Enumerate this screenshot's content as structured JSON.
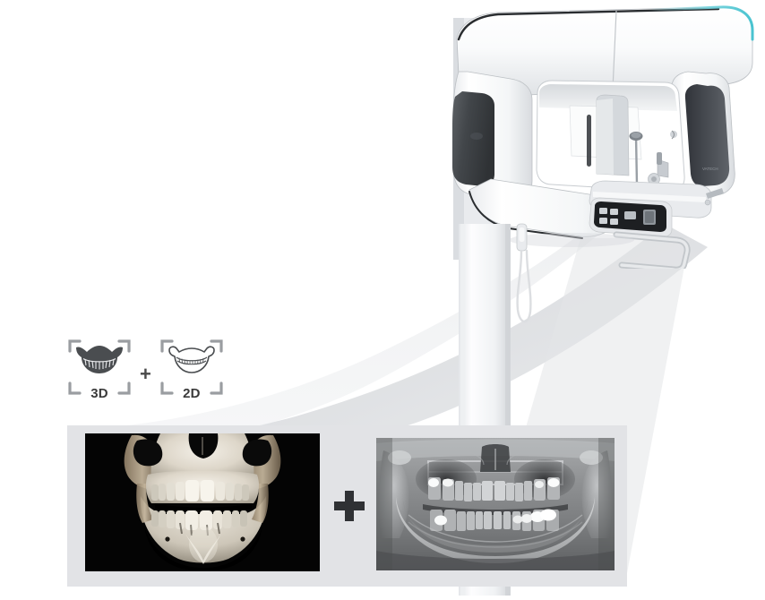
{
  "scene": {
    "title": "Dental CBCT and panoramic imaging system",
    "background_color": "#ffffff"
  },
  "modality": {
    "three_d": {
      "label": "3D",
      "icon": "jaw-3d-icon",
      "description": "filled jaw arch with teeth inside corner brackets"
    },
    "plus_separator": "+",
    "two_d": {
      "label": "2D",
      "icon": "jaw-2d-icon",
      "description": "outlined panoramic jaw arch inside corner brackets"
    }
  },
  "results": {
    "panel_color": "#e2e3e6",
    "ct_image": {
      "name": "cbct-volume-render",
      "alt": "3D CBCT volume rendering of skull maxilla and mandible on black background",
      "background": "#000000"
    },
    "combine_operator": "+",
    "panoramic_image": {
      "name": "panoramic-xray",
      "alt": "2D panoramic dental radiograph showing upper and lower dentition with bright metal restorations",
      "background": "#8a8a8a"
    }
  },
  "machine": {
    "name": "cbct-panoramic-scanner",
    "accent_color": "#6fd2dc",
    "body_color": "#f6f7f8",
    "housing_color": "#4b4e52",
    "column_color": "#eceef0",
    "control_panel": {
      "name": "operator-control-panel",
      "background": "#1d1f22",
      "buttons": [
        "btn-1",
        "btn-2",
        "btn-3",
        "btn-4",
        "btn-5",
        "display"
      ]
    },
    "handle": {
      "name": "patient-handle-bar"
    },
    "chin_rest": {
      "name": "chin-rest"
    },
    "temple_support": {
      "name": "temple-support"
    },
    "exposure_switch": {
      "name": "handheld-exposure-switch"
    },
    "beam_color": "#d6d8db"
  }
}
